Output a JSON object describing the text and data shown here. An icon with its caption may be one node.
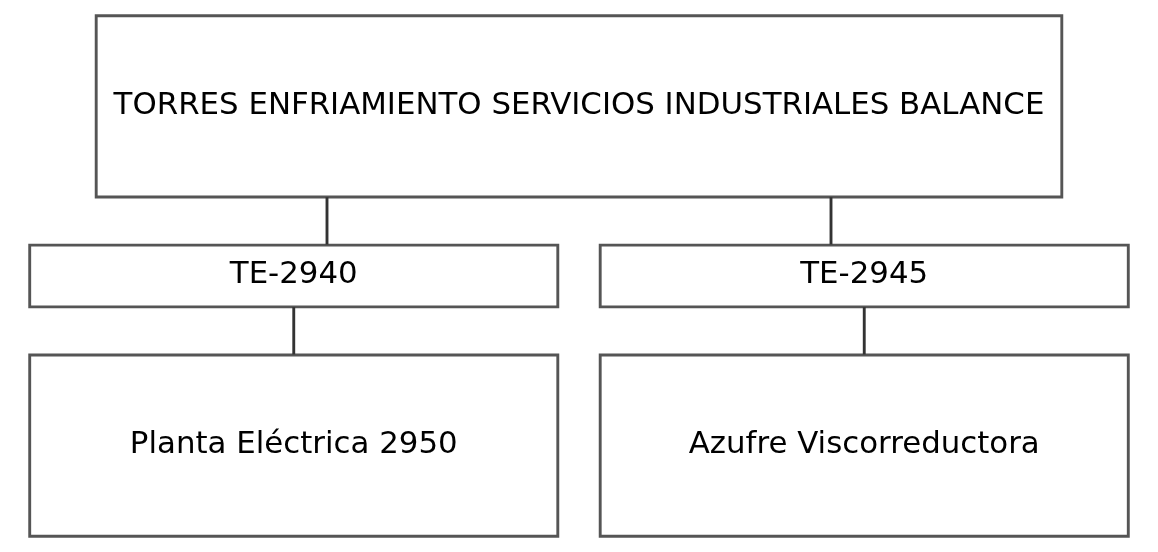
{
  "diagram": {
    "nodes": [
      {
        "text": [
          "TORRES ENFRIAMIENTO SERVICIOS INDUSTRIALES BALANCE"
        ]
      },
      {
        "text": [
          "TE-2940"
        ]
      },
      {
        "text": [
          "TE-2945"
        ]
      },
      {
        "text": [
          "Planta Eléctrica 2950"
        ]
      },
      {
        "text": [
          "Azufre Viscorreductora"
        ]
      }
    ],
    "edges": [
      {
        "from": 0,
        "to": 1,
        "arrow": "none"
      },
      {
        "from": 0,
        "to": 2,
        "arrow": "none"
      },
      {
        "from": 1,
        "to": 3,
        "arrow": "none"
      },
      {
        "from": 2,
        "to": 4,
        "arrow": "none"
      }
    ]
  }
}
